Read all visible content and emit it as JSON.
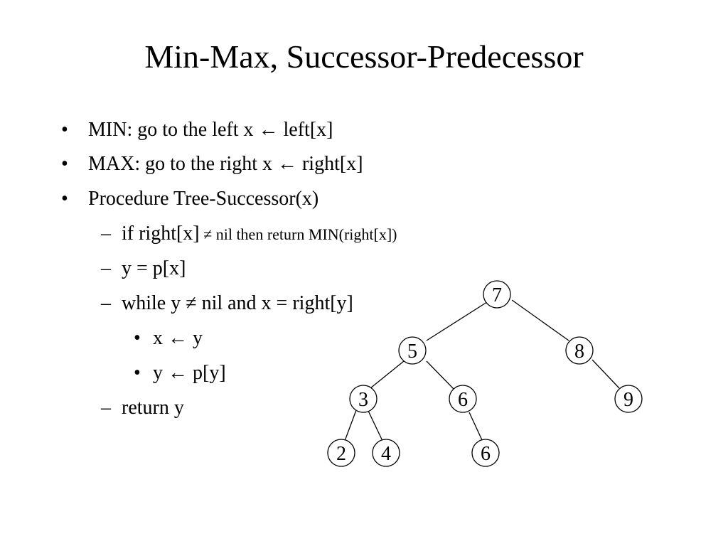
{
  "slide": {
    "title": "Min-Max, Successor-Predecessor",
    "lines": [
      {
        "level": 1,
        "marker": "•",
        "text": "MIN: go to the left  x ← left[x]"
      },
      {
        "level": 1,
        "marker": "•",
        "text": "MAX: go to the right x ← right[x]"
      },
      {
        "level": 1,
        "marker": "•",
        "text": "Procedure Tree-Successor(x)"
      },
      {
        "level": 2,
        "marker": "–",
        "text": "if right[x]",
        "text_small": " ≠ nil then return MIN(right[x])"
      },
      {
        "level": 2,
        "marker": "–",
        "text": "y = p[x]"
      },
      {
        "level": 2,
        "marker": "–",
        "text": "while y ≠ nil and x = right[y]"
      },
      {
        "level": 3,
        "marker": "•",
        "text": "x ← y"
      },
      {
        "level": 3,
        "marker": "•",
        "text": "y ← p[y]"
      },
      {
        "level": 2,
        "marker": "–",
        "text": "return y"
      }
    ]
  },
  "tree": {
    "nodes": [
      {
        "id": "n7",
        "label": "7"
      },
      {
        "id": "n5",
        "label": "5"
      },
      {
        "id": "n8",
        "label": "8"
      },
      {
        "id": "n3",
        "label": "3"
      },
      {
        "id": "n6a",
        "label": "6"
      },
      {
        "id": "n9",
        "label": "9"
      },
      {
        "id": "n2",
        "label": "2"
      },
      {
        "id": "n4",
        "label": "4"
      },
      {
        "id": "n6b",
        "label": "6"
      }
    ],
    "edges": [
      [
        "n7",
        "n5"
      ],
      [
        "n7",
        "n8"
      ],
      [
        "n5",
        "n3"
      ],
      [
        "n5",
        "n6a"
      ],
      [
        "n8",
        "n9"
      ],
      [
        "n3",
        "n2"
      ],
      [
        "n3",
        "n4"
      ],
      [
        "n6a",
        "n6b"
      ]
    ]
  }
}
